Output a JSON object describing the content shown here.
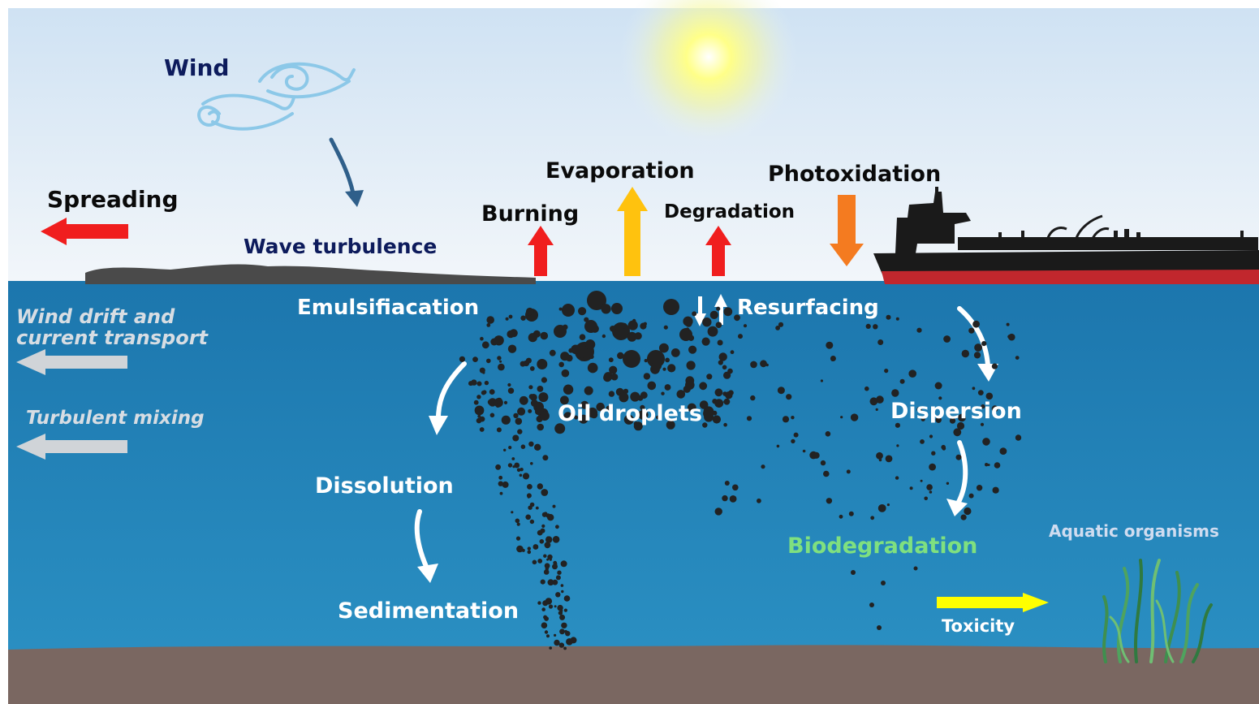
{
  "labels": {
    "wind": "Wind",
    "spreading": "Spreading",
    "wave_turbulence": "Wave turbulence",
    "evaporation": "Evaporation",
    "burning": "Burning",
    "degradation": "Degradation",
    "photoxidation": "Photoxidation",
    "emulsification": "Emulsifiacation",
    "resurfacing": "Resurfacing",
    "wind_drift_line1": "Wind drift and",
    "wind_drift_line2": "current transport",
    "turbulent_mixing": "Turbulent mixing",
    "oil_droplets": "Oil droplets",
    "dispersion": "Dispersion",
    "dissolution": "Dissolution",
    "sedimentation": "Sedimentation",
    "biodegradation": "Biodegradation",
    "aquatic_organisms": "Aquatic organisms",
    "toxicity": "Toxicity"
  },
  "colors": {
    "sky_top": "#cfe2f3",
    "sky_bottom": "#f2f6fa",
    "water_top": "#1c76ad",
    "water_bottom": "#2a8fc2",
    "sediment": "#7a6761",
    "oil": "#222222",
    "ship_hull": "#1a1a1a",
    "ship_stripe": "#c1272d",
    "arrow_red": "#f01e1e",
    "arrow_yellow": "#ffc20e",
    "arrow_orange": "#f47b20",
    "arrow_grey": "#d0d4d8",
    "arrow_toxicity": "#ffff00",
    "arrow_wind": "#2f5f8a",
    "sun": "#ffff66",
    "wind_swirl": "#8cc8e8",
    "seaweed": "#3f8f4e"
  }
}
